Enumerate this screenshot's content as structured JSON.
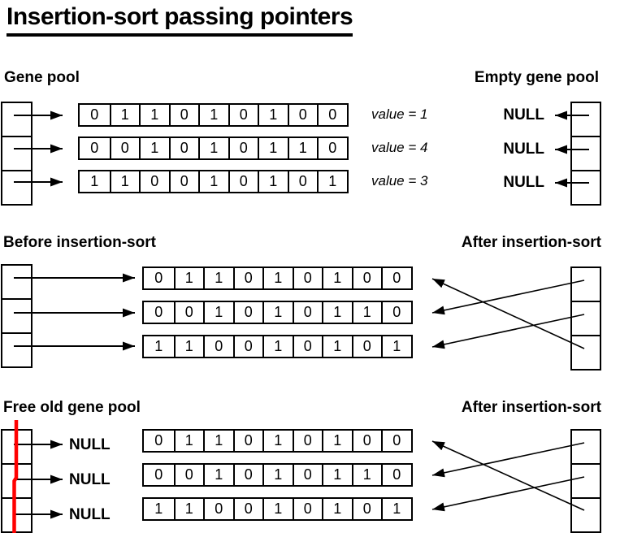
{
  "title": "Insertion-sort passing pointers",
  "colors": {
    "ink": "#000000",
    "free_marker": "#ff0000"
  },
  "genes": [
    {
      "bits": [
        "0",
        "1",
        "1",
        "0",
        "1",
        "0",
        "1",
        "0",
        "0"
      ],
      "value_label": "value = 1"
    },
    {
      "bits": [
        "0",
        "0",
        "1",
        "0",
        "1",
        "0",
        "1",
        "1",
        "0"
      ],
      "value_label": "value = 4"
    },
    {
      "bits": [
        "1",
        "1",
        "0",
        "0",
        "1",
        "0",
        "1",
        "0",
        "1"
      ],
      "value_label": "value = 3"
    }
  ],
  "sections": {
    "gene_pool": {
      "heading": "Gene pool"
    },
    "empty_gene_pool": {
      "heading": "Empty gene pool",
      "null_labels": [
        "NULL",
        "NULL",
        "NULL"
      ]
    },
    "before_sort": {
      "heading": "Before insertion-sort"
    },
    "after_sort_top": {
      "heading": "After insertion-sort",
      "pointer_targets_by_cell": [
        "gene-2",
        "gene-3",
        "gene-1"
      ]
    },
    "free_old_pool": {
      "heading": "Free old gene pool",
      "null_labels": [
        "NULL",
        "NULL",
        "NULL"
      ]
    },
    "after_sort_bottom": {
      "heading": "After insertion-sort",
      "pointer_targets_by_cell": [
        "gene-2",
        "gene-3",
        "gene-1"
      ]
    }
  }
}
